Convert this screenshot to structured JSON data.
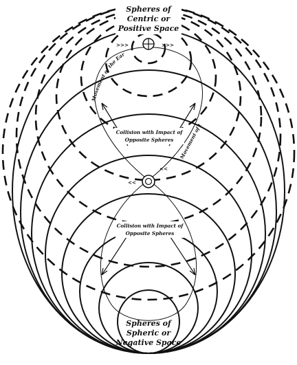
{
  "diagram": {
    "top_label": [
      "Spheres of",
      "Centric or",
      "Positive Space"
    ],
    "bottom_label": [
      "Spheres of",
      "Spheric or",
      "Negative Space"
    ],
    "collision_upper": [
      "Collision with Impact of",
      "Opposite Spheres"
    ],
    "collision_lower": [
      "Collision with Impact of",
      "Opposite Spheres"
    ],
    "movement_earth": "Movement of the Earth",
    "movement_sun": "Movement of the Sun",
    "arrows": {
      "top_left": ">>>",
      "top_right": ">>>",
      "center_left": "<<",
      "center_right": "<<"
    },
    "symbols": {
      "top": "earth-symbol",
      "center": "sun-symbol"
    },
    "colors": {
      "ink": "#111111",
      "paper": "#ffffff"
    }
  }
}
